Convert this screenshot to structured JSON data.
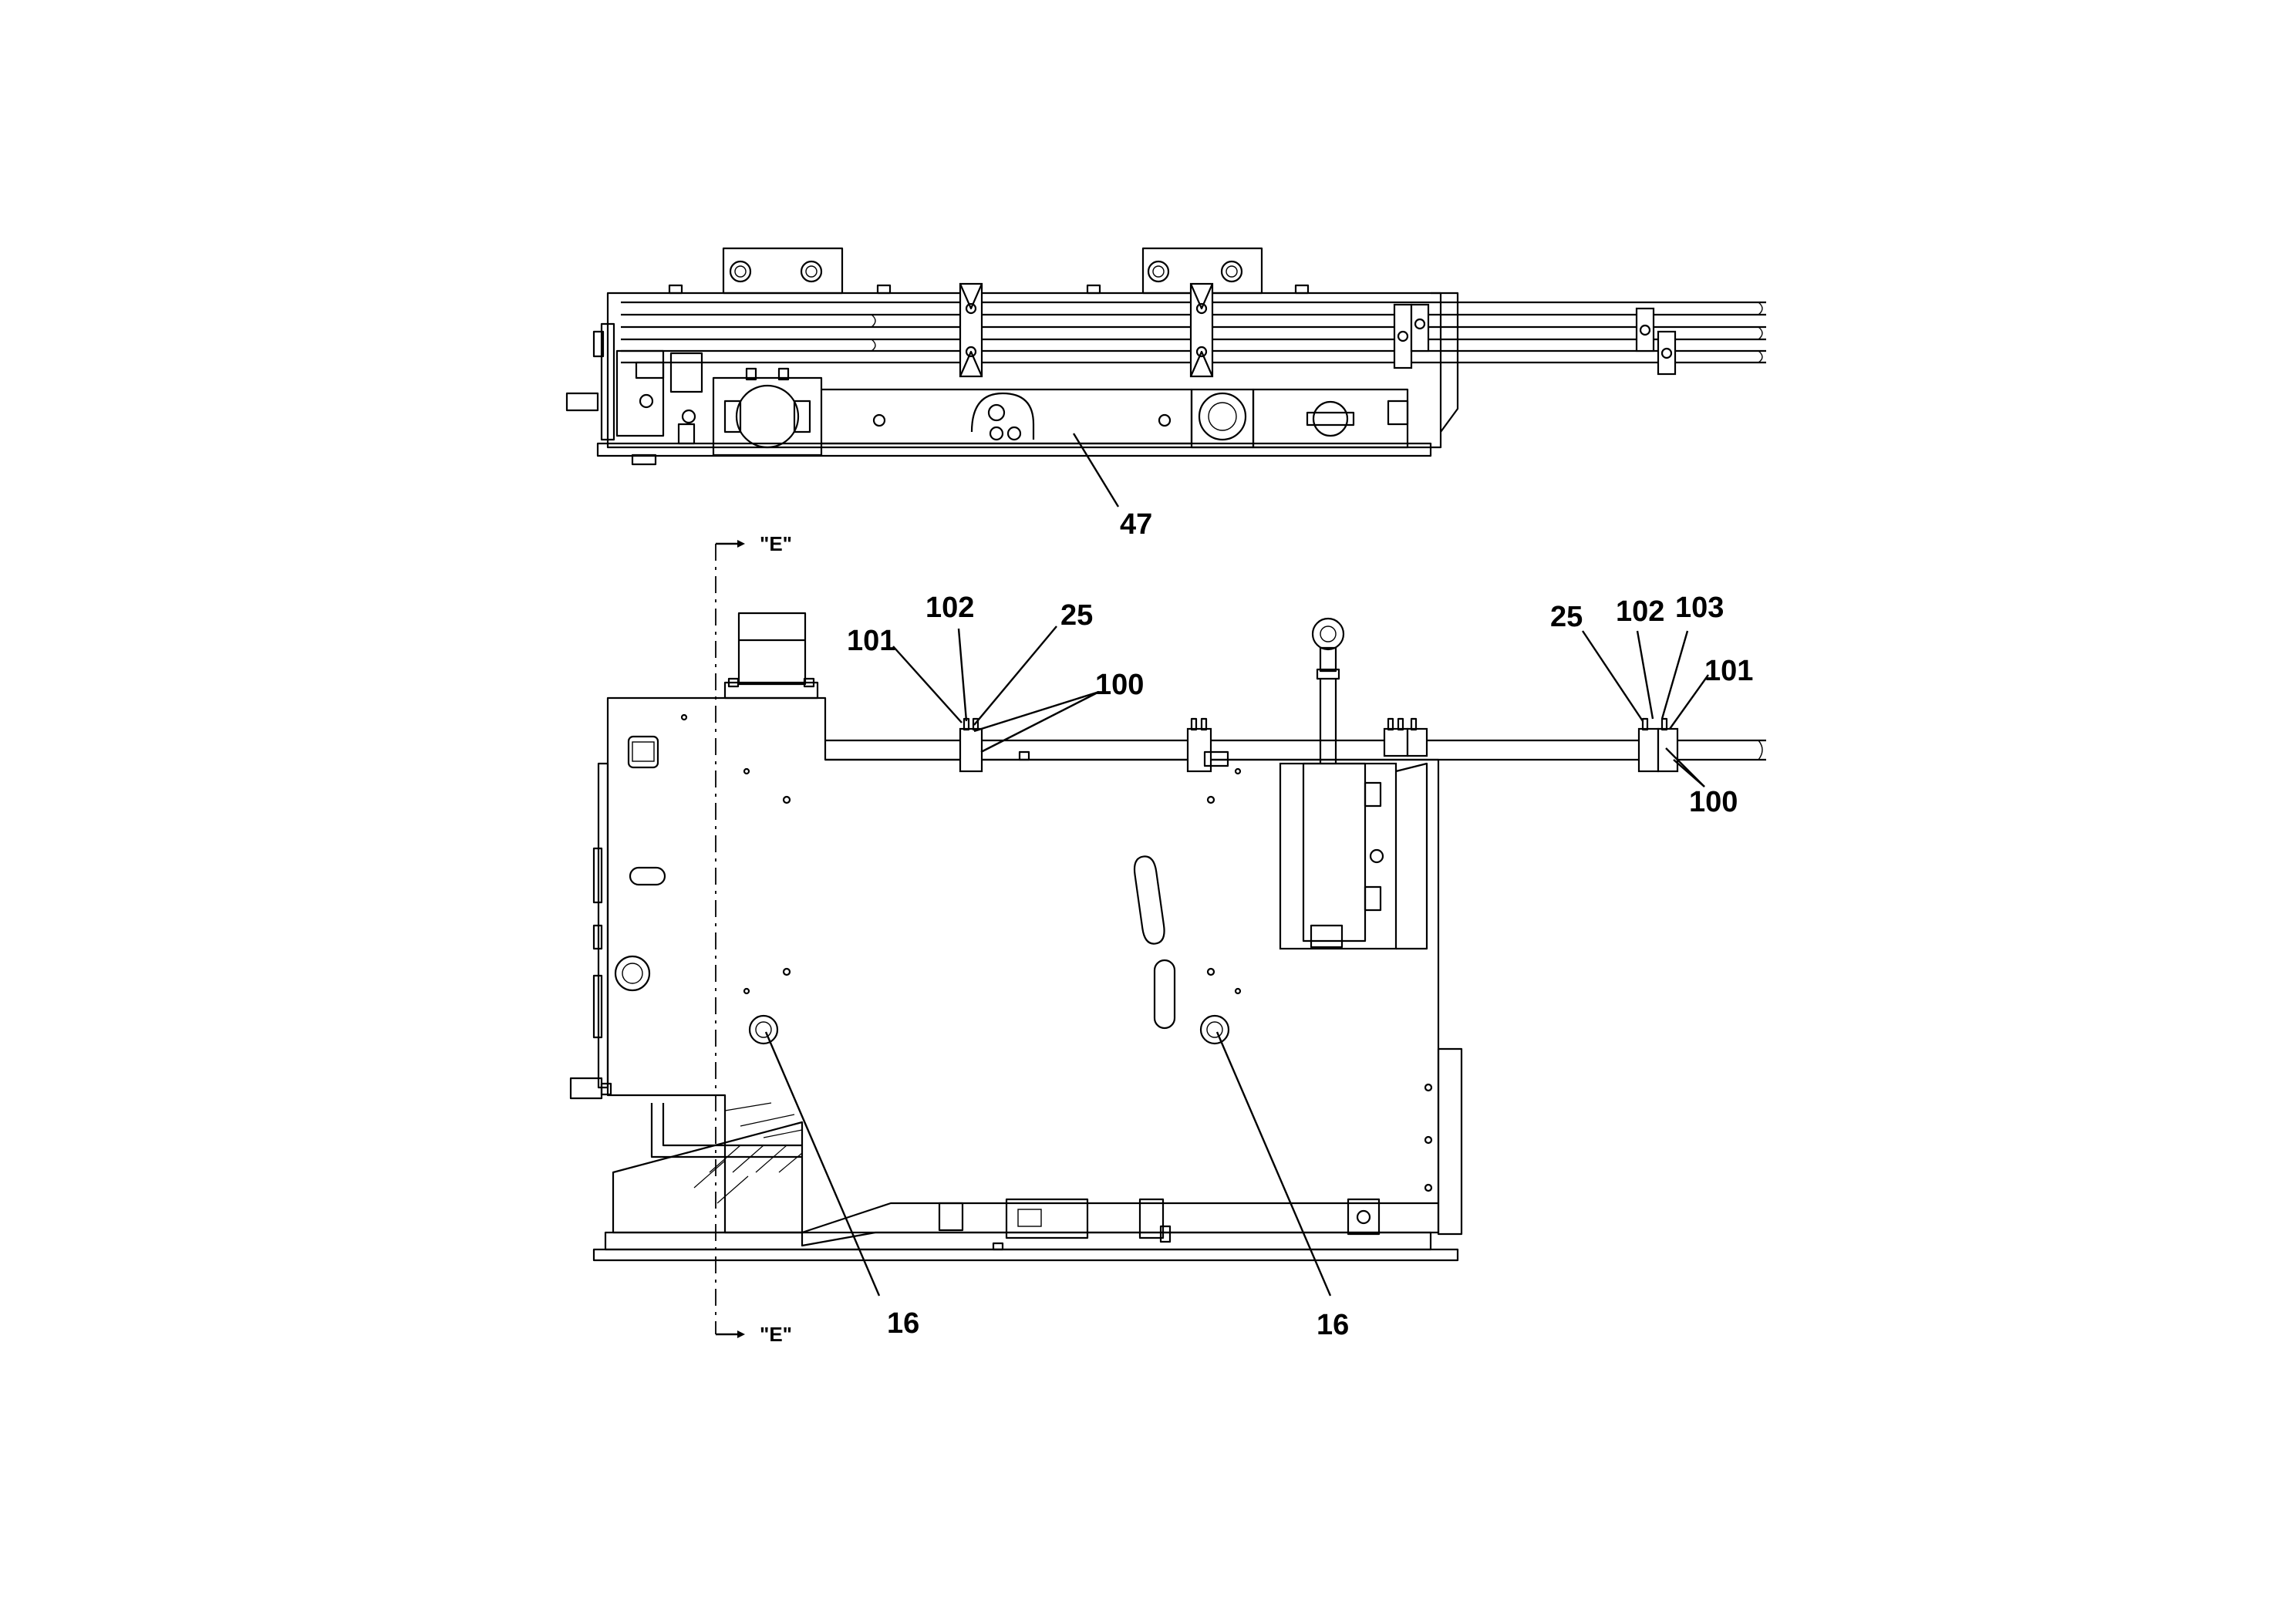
{
  "callouts": {
    "p47": "47",
    "top_101": "101",
    "top_102": "102",
    "top_25": "25",
    "top_100": "100",
    "right_25": "25",
    "right_102": "102",
    "right_103": "103",
    "right_101": "101",
    "right_100": "100",
    "left_16": "16",
    "mid_16": "16"
  },
  "section": {
    "top_label": "\"E\"",
    "bottom_label": "\"E\""
  }
}
